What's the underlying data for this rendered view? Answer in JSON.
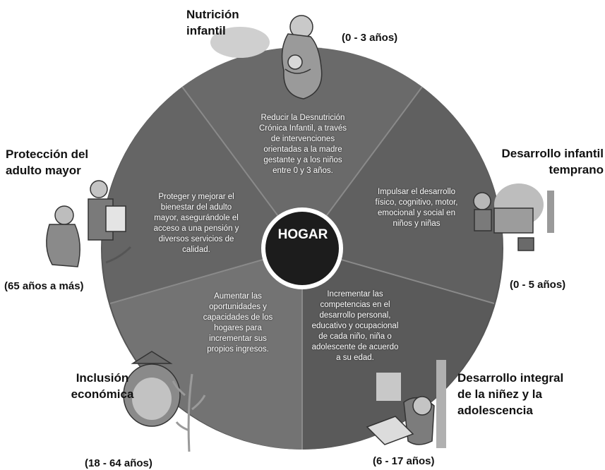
{
  "center": {
    "label": "HOGAR"
  },
  "segments": [
    {
      "id": "nutricion",
      "title": [
        "Nutrición",
        "infantil"
      ],
      "age": "(0 - 3 años)",
      "description": [
        "Reducir la Desnutrición",
        "Crónica Infantil, a través",
        "de intervenciones",
        "orientadas a la madre",
        "gestante y a los niños",
        "entre 0 y 3 años."
      ]
    },
    {
      "id": "desarrollo-infantil",
      "title": [
        "Desarrollo infantil",
        "temprano"
      ],
      "age": "(0 - 5 años)",
      "description": [
        "Impulsar el desarrollo",
        "físico, cognitivo, motor,",
        "emocional y social en",
        "niños y niñas"
      ]
    },
    {
      "id": "desarrollo-integral",
      "title": [
        "Desarrollo integral",
        "de la niñez y la",
        "adolescencia"
      ],
      "age": "(6 - 17 años)",
      "description": [
        "Incrementar las",
        "competencias en el",
        "desarrollo personal,",
        "educativo y ocupacional",
        "de cada niño, niña o",
        "adolescente de acuerdo",
        "a su edad."
      ]
    },
    {
      "id": "inclusion",
      "title": [
        "Inclusión",
        "económica"
      ],
      "age": "(18 - 64 años)",
      "description": [
        "Aumentar las",
        "oportunidades y",
        "capacidades de los",
        "hogares para",
        "incrementar sus",
        "propios ingresos."
      ]
    },
    {
      "id": "proteccion",
      "title": [
        "Protección del",
        "adulto mayor"
      ],
      "age": "(65 años a más)",
      "description": [
        "Proteger y mejorar el",
        "bienestar del adulto",
        "mayor, asegurándole el",
        "acceso a una pensión y",
        "diversos servicios de",
        "calidad."
      ]
    }
  ],
  "colors": {
    "wheel": "#5d5d5d",
    "wheel_light": "#7a7a7a",
    "center": "#1a1a1a",
    "ring": "#ffffff",
    "illustration": "#8c8c8c"
  },
  "icons": [
    "mother-child-icon",
    "child-playing-icon",
    "child-reading-icon",
    "farmer-icon",
    "elderly-couple-icon"
  ]
}
